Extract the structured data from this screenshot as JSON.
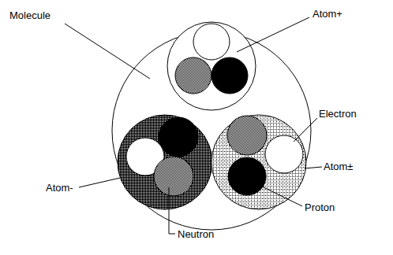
{
  "diagram": {
    "labels": [
      "Molecule",
      "Atom+",
      "Electron",
      "Atom±",
      "Proton",
      "Neutron",
      "Atom-"
    ]
  }
}
